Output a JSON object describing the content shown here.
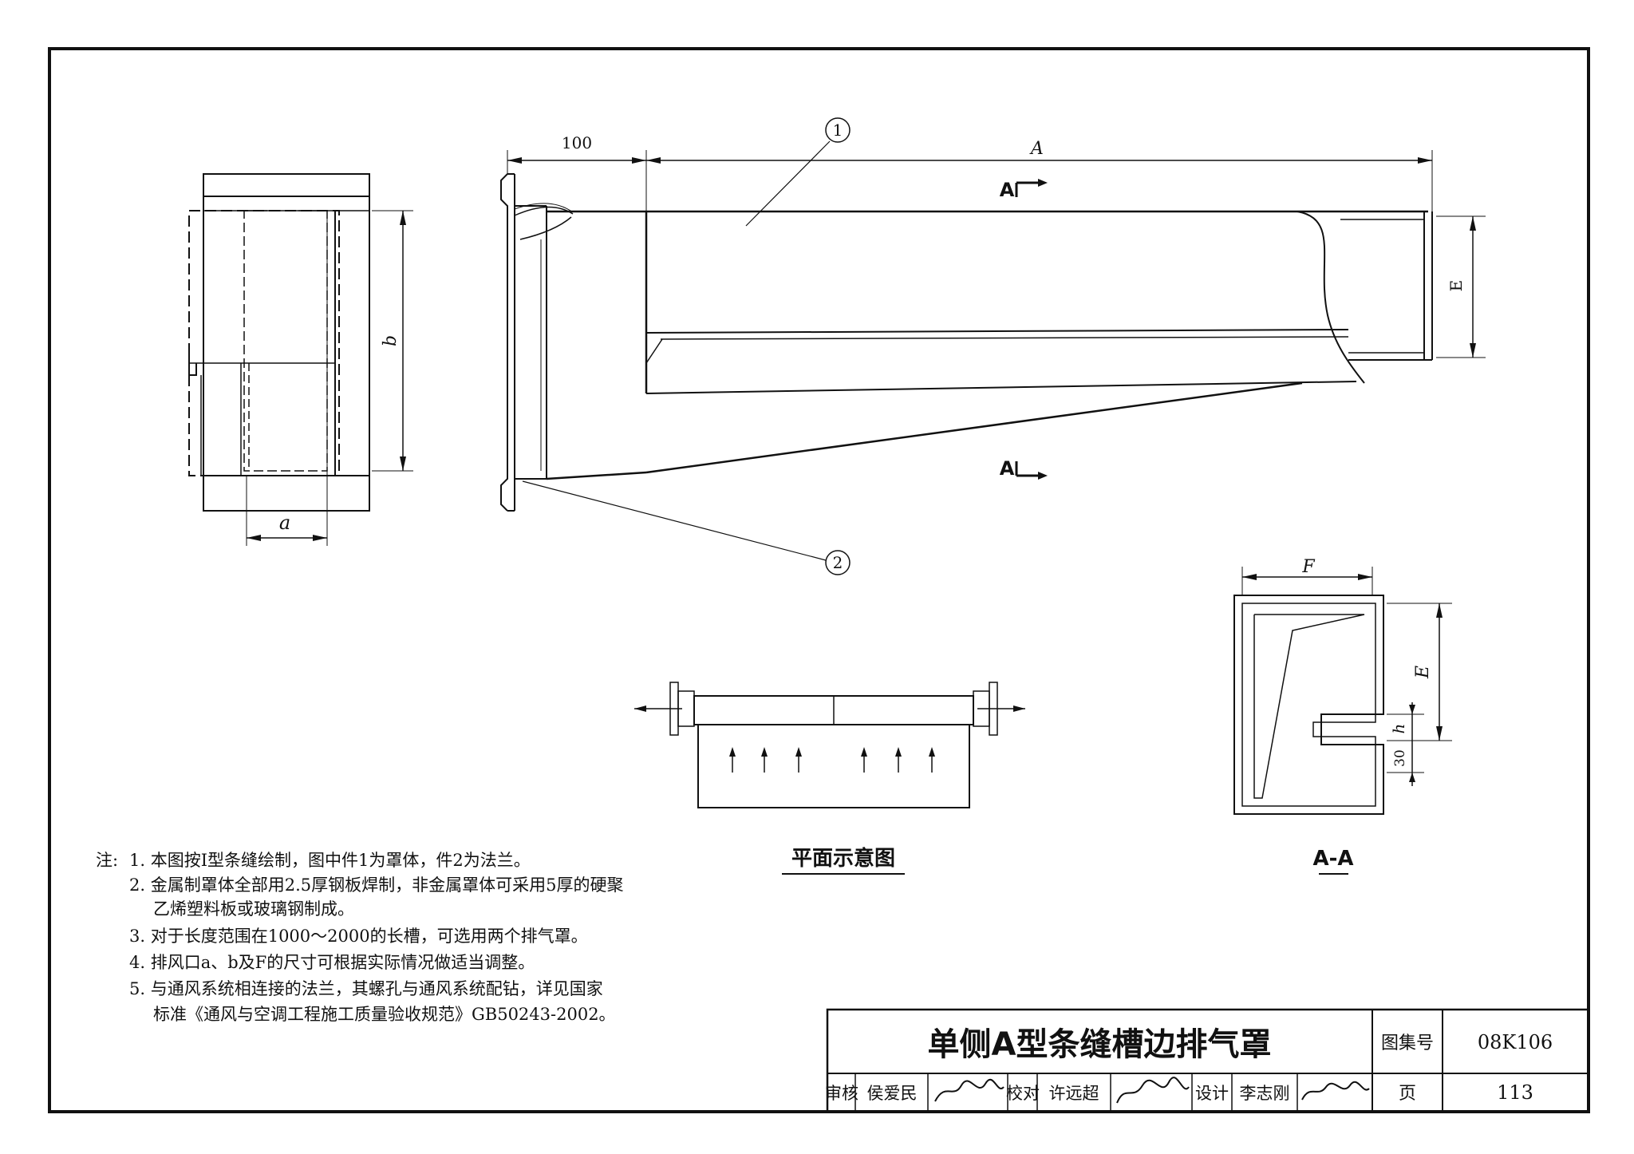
{
  "drawing": {
    "dims": {
      "d100": "100",
      "A": "A",
      "b": "b",
      "a": "a",
      "E_main": "E",
      "F": "F",
      "E_sec": "E",
      "h": "h",
      "d30": "30"
    },
    "callouts": {
      "c1": "1",
      "c2": "2"
    },
    "section_marks": {
      "top": "A",
      "bottom": "A"
    },
    "captions": {
      "plan": "平面示意图",
      "section": "A-A"
    }
  },
  "notes": {
    "prefix": "注:",
    "lines": [
      "1. 本图按Ⅰ型条缝绘制，图中件1为罩体，件2为法兰。",
      "2. 金属制罩体全部用2.5厚钢板焊制，非金属罩体可采用5厚的硬聚",
      "乙烯塑料板或玻璃钢制成。",
      "3. 对于长度范围在1000～2000的长槽，可选用两个排气罩。",
      "4. 排风口a、b及F的尺寸可根据实际情况做适当调整。",
      "5. 与通风系统相连接的法兰，其螺孔与通风系统配钻，详见国家",
      "标准《通风与空调工程施工质量验收规范》GB50243-2002。"
    ]
  },
  "title_block": {
    "title": "单侧A型条缝槽边排气罩",
    "atlas_label": "图集号",
    "atlas_no": "08K106",
    "review_label": "审核",
    "reviewer": "侯爱民",
    "check_label": "校对",
    "checker": "许远超",
    "design_label": "设计",
    "designer": "李志刚",
    "page_label": "页",
    "page_no": "113"
  }
}
